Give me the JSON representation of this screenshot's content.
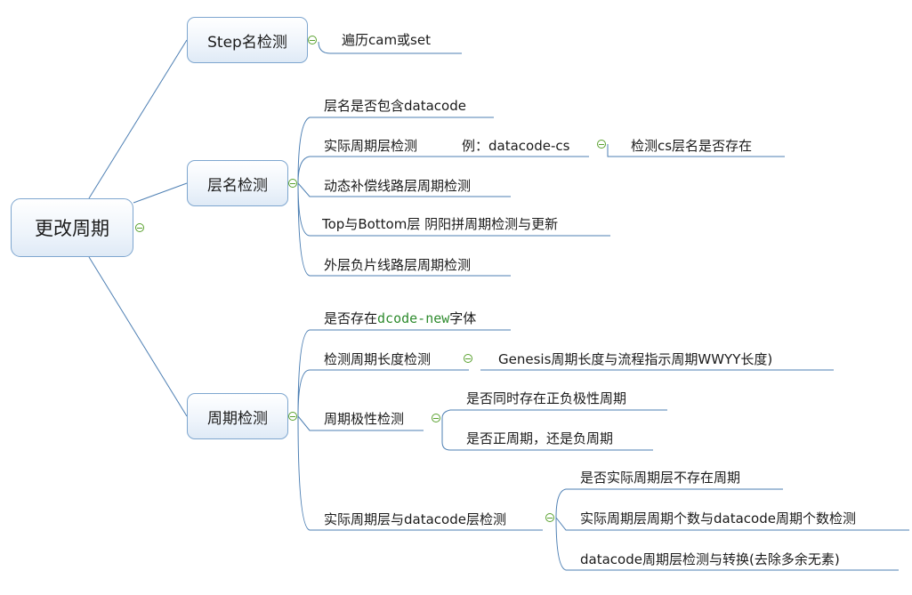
{
  "root": {
    "label": "更改周期",
    "toggle_icon": "collapse-icon"
  },
  "branches": [
    {
      "label": "Step名检测",
      "children": [
        {
          "text": "遍历cam或set"
        }
      ]
    },
    {
      "label": "层名检测",
      "children": [
        {
          "text": "层名是否包含datacode"
        },
        {
          "text": "实际周期层检测"
        },
        {
          "text": "例：datacode-cs",
          "children": [
            {
              "text": "检测cs层名是否存在"
            }
          ]
        },
        {
          "text": "动态补偿线路层周期检测"
        },
        {
          "text": "Top与Bottom层  阴阳拼周期检测与更新"
        },
        {
          "text": "外层负片线路层周期检测"
        }
      ]
    },
    {
      "label": "周期检测",
      "children": [
        {
          "prefix": "是否存在",
          "code": "dcode-new",
          "suffix": "字体"
        },
        {
          "text": "检测周期长度检测",
          "children": [
            {
              "text": "Genesis周期长度与流程指示周期WWYY长度)"
            }
          ]
        },
        {
          "text": "周期极性检测",
          "children": [
            {
              "text": "是否同时存在正负极性周期"
            },
            {
              "text": "是否正周期，还是负周期"
            }
          ]
        },
        {
          "text": "实际周期层与datacode层检测",
          "children": [
            {
              "text": "是否实际周期层不存在周期"
            },
            {
              "text": "实际周期层周期个数与datacode周期个数检测"
            },
            {
              "text": "datacode周期层检测与转换(去除多余无素)"
            }
          ]
        }
      ]
    }
  ],
  "colors": {
    "line": "#4d7fb3",
    "border": "#7ea6cf",
    "toggle": "#59a12e",
    "code_text": "#2e8b2e"
  }
}
